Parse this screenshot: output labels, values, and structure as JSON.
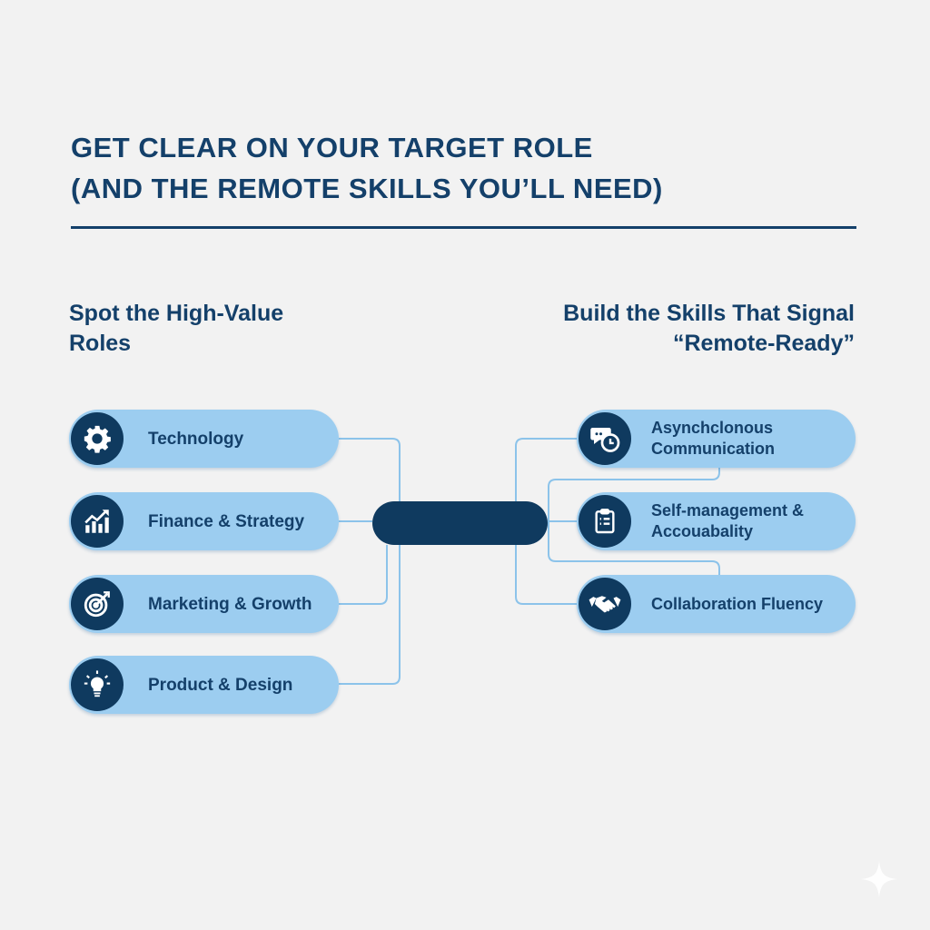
{
  "title": {
    "line1": "GET CLEAR ON YOUR TARGET ROLE",
    "line2": "(AND THE REMOTE SKILLS YOU’LL NEED)"
  },
  "left_section": {
    "heading_line1": "Spot the High-Value",
    "heading_line2": "Roles",
    "items": [
      {
        "label": "Technology",
        "icon": "gear-icon"
      },
      {
        "label": "Finance & Strategy",
        "icon": "chart-growth-icon"
      },
      {
        "label": "Marketing & Growth",
        "icon": "target-icon"
      },
      {
        "label": "Product & Design",
        "icon": "lightbulb-icon"
      }
    ]
  },
  "right_section": {
    "heading_line1": "Build the Skills That Signal",
    "heading_line2": "“Remote-Ready”",
    "items": [
      {
        "line1": "Asynchclonous",
        "line2": "Communication",
        "icon": "chat-clock-icon"
      },
      {
        "line1": "Self-management &",
        "line2": "Accouabality",
        "icon": "clipboard-icon"
      },
      {
        "line1": "Collaboration Fluency",
        "line2": "",
        "icon": "handshake-icon"
      }
    ]
  },
  "colors": {
    "navy": "#0f3a5f",
    "pill": "#9ccdf0",
    "connector": "#8cc3ea",
    "background": "#f2f2f2"
  }
}
